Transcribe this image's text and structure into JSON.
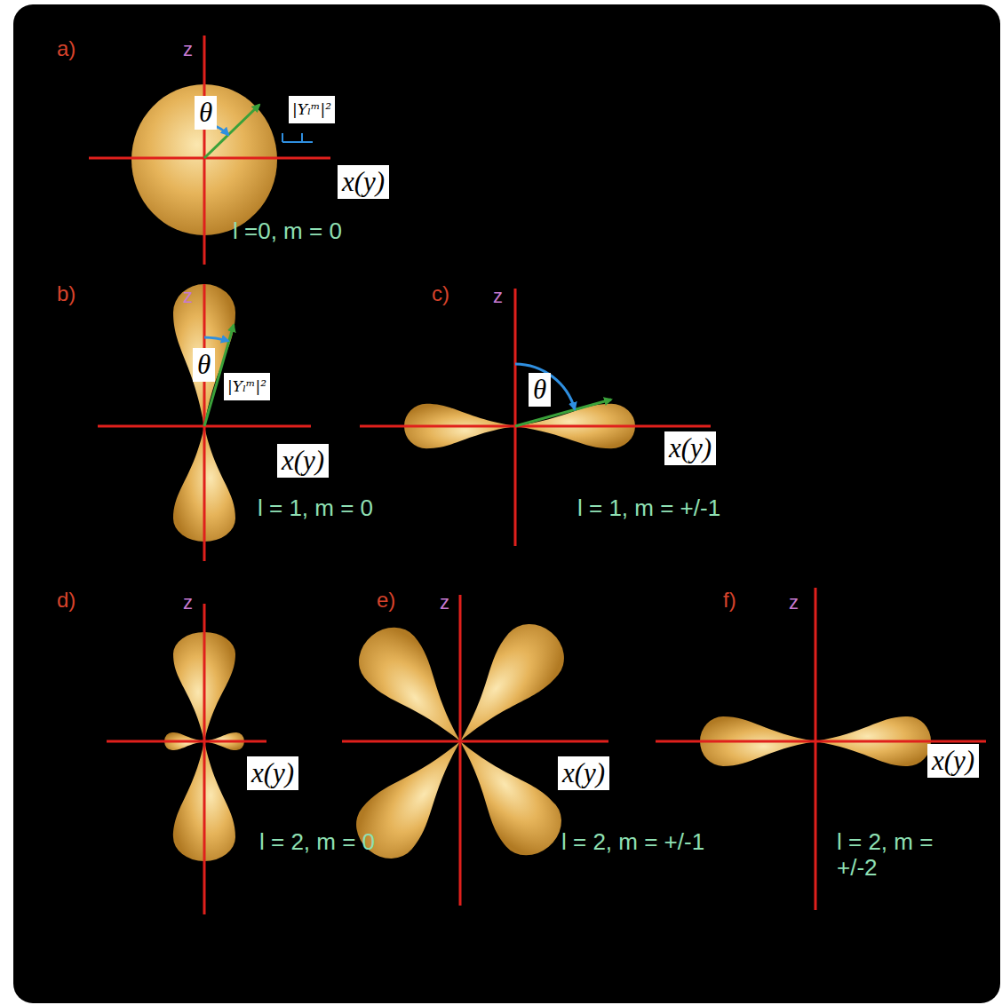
{
  "diagram": {
    "labels": [
      "a)",
      "z",
      "θ",
      "|Yₗᵐ|²",
      "x(y)",
      "l =0, m = 0",
      "b)",
      "z",
      "θ",
      "|Yₗᵐ|²",
      "x(y)",
      "l = 1, m = 0",
      "c)",
      "z",
      "θ",
      "x(y)",
      "l = 1, m = +/-1",
      "d)",
      "z",
      "x(y)",
      "l = 2, m = 0",
      "e)",
      "z",
      "x(y)",
      "l = 2, m = +/-1",
      "f)",
      "z",
      "x(y)",
      "l = 2, m = +/-2"
    ]
  }
}
